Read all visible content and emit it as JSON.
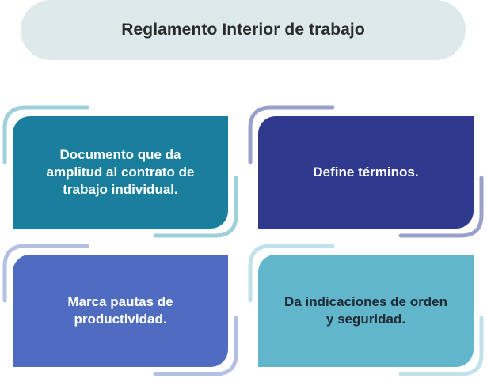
{
  "title": "Reglamento Interior de trabajo",
  "colors": {
    "title_bg": "#dde9ea",
    "title_text": "#2b2b2b"
  },
  "cards": [
    {
      "text": "Documento que da amplitud al contrato de trabajo individual.",
      "fill": "#1a7f9c",
      "bracket": "#9fcfd9",
      "text_color": "#ffffff"
    },
    {
      "text": "Define términos.",
      "fill": "#2f3a8f",
      "bracket": "#9aa0cc",
      "text_color": "#ffffff"
    },
    {
      "text": "Marca pautas de productividad.",
      "fill": "#4f6cc1",
      "bracket": "#b4bfe4",
      "text_color": "#ffffff"
    },
    {
      "text": "Da indicaciones de orden y seguridad.",
      "fill": "#62b6cc",
      "bracket": "#bfe1ea",
      "text_color": "#1f2a33"
    }
  ]
}
